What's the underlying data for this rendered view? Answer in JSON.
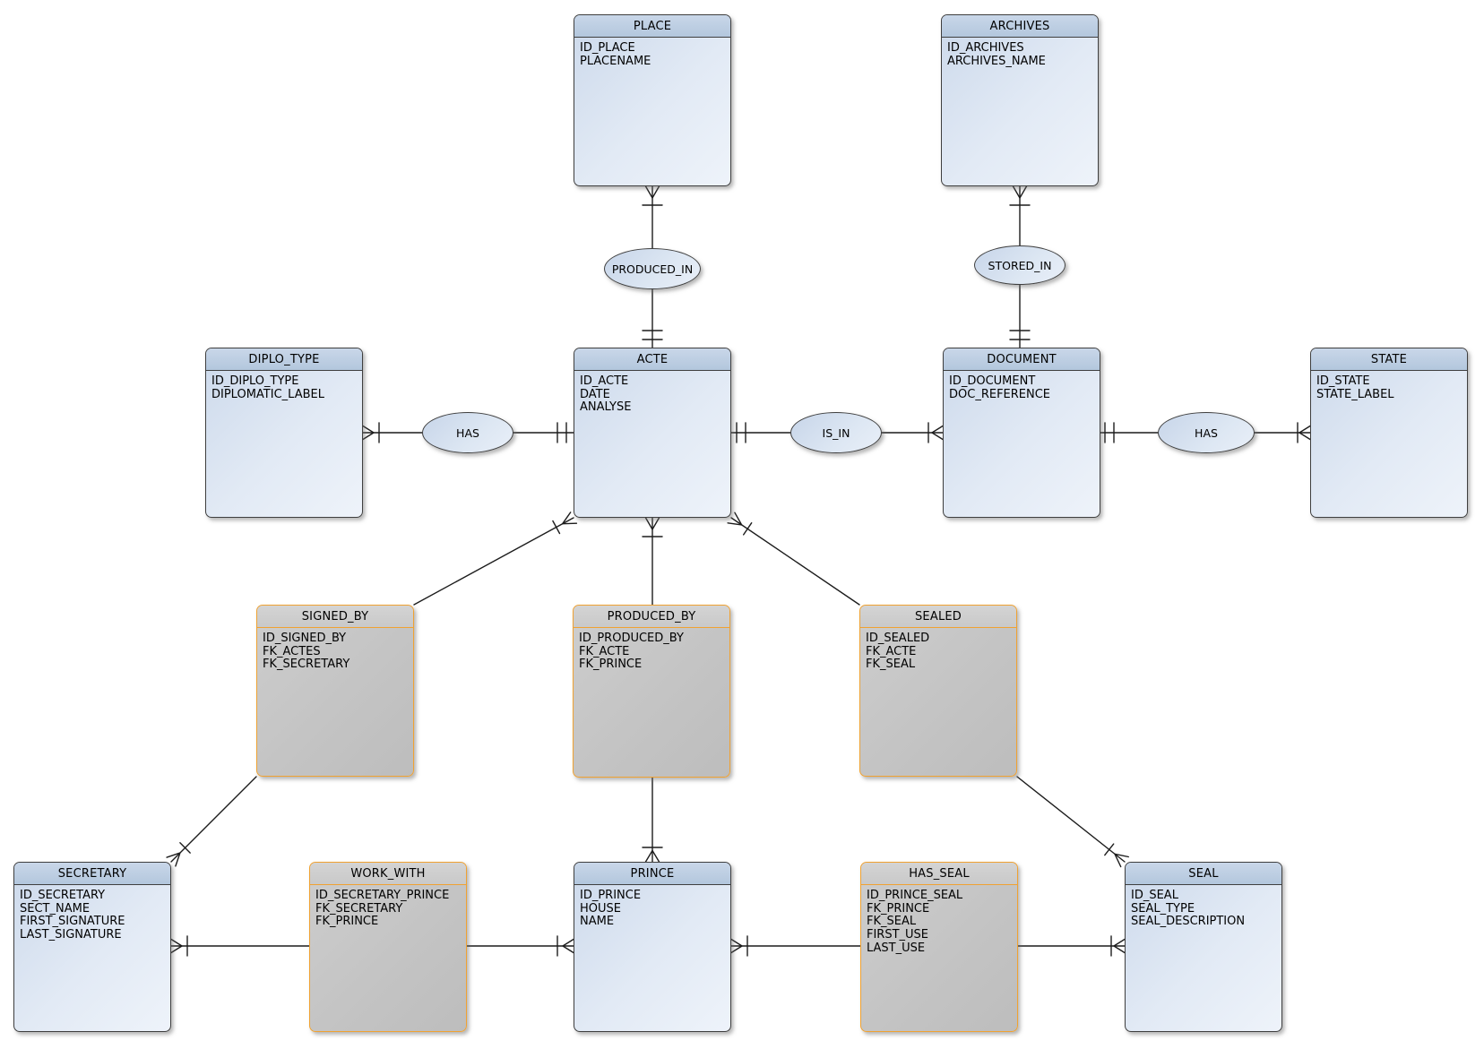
{
  "diagram": {
    "title": "entity-relationship-diagram",
    "entities": [
      {
        "name": "PLACE",
        "attributes": [
          "ID_PLACE",
          "PLACENAME"
        ]
      },
      {
        "name": "ARCHIVES",
        "attributes": [
          "ID_ARCHIVES",
          "ARCHIVES_NAME"
        ]
      },
      {
        "name": "DIPLO_TYPE",
        "attributes": [
          "ID_DIPLO_TYPE",
          "DIPLOMATIC_LABEL"
        ]
      },
      {
        "name": "ACTE",
        "attributes": [
          "ID_ACTE",
          "DATE",
          "ANALYSE"
        ]
      },
      {
        "name": "DOCUMENT",
        "attributes": [
          "ID_DOCUMENT",
          "DOC_REFERENCE"
        ]
      },
      {
        "name": "STATE",
        "attributes": [
          "ID_STATE",
          "STATE_LABEL"
        ]
      },
      {
        "name": "SIGNED_BY",
        "attributes": [
          "ID_SIGNED_BY",
          "FK_ACTES",
          "FK_SECRETARY"
        ]
      },
      {
        "name": "PRODUCED_BY",
        "attributes": [
          "ID_PRODUCED_BY",
          "FK_ACTE",
          "FK_PRINCE"
        ]
      },
      {
        "name": "SEALED",
        "attributes": [
          "ID_SEALED",
          "FK_ACTE",
          "FK_SEAL"
        ]
      },
      {
        "name": "SECRETARY",
        "attributes": [
          "ID_SECRETARY",
          "SECT_NAME",
          "FIRST_SIGNATURE",
          "LAST_SIGNATURE"
        ]
      },
      {
        "name": "WORK_WITH",
        "attributes": [
          "ID_SECRETARY_PRINCE",
          "FK_SECRETARY",
          "FK_PRINCE"
        ]
      },
      {
        "name": "PRINCE",
        "attributes": [
          "ID_PRINCE",
          "HOUSE",
          "NAME"
        ]
      },
      {
        "name": "HAS_SEAL",
        "attributes": [
          "ID_PRINCE_SEAL",
          "FK_PRINCE",
          "FK_SEAL",
          "FIRST_USE",
          "LAST_USE"
        ]
      },
      {
        "name": "SEAL",
        "attributes": [
          "ID_SEAL",
          "SEAL_TYPE",
          "SEAL_DESCRIPTION"
        ]
      }
    ],
    "relationships": [
      {
        "label": "PRODUCED_IN"
      },
      {
        "label": "STORED_IN"
      },
      {
        "label": "HAS"
      },
      {
        "label": "IS_IN"
      },
      {
        "label": "HAS"
      }
    ],
    "colors": {
      "entity_header": "#b3c7dd",
      "entity_fill": "#dbe5f2",
      "entity_border": "#3f3f3f",
      "association_fill": "#c3c3c3",
      "association_border": "#f0a232",
      "connector": "#1c1c1c",
      "background": "#ffffff"
    },
    "notation": "crow-foot"
  }
}
